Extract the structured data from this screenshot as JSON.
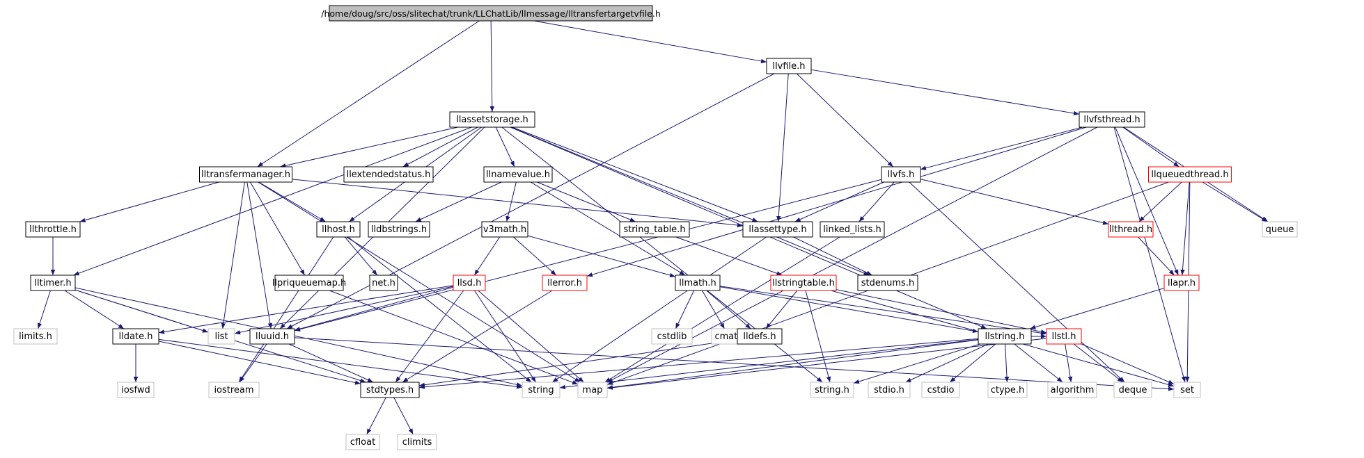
{
  "root": "/home/doug/src/oss/slitechat/trunk/LLChatLib/llmessage/lltransfertargetvfile.h",
  "colors": {
    "edge": "#191970",
    "root_fill": "#bfbfbf",
    "doc_border": "#000000",
    "undoc_border": "#ff0000",
    "system_border": "#bfbfbf",
    "system_text": "#000000"
  },
  "nodes": [
    {
      "id": "root",
      "label": "/home/doug/src/oss/slitechat/trunk/LLChatLib/llmessage/lltransfertargetvfile.h",
      "kind": "root"
    },
    {
      "id": "llvfile",
      "label": "llvfile.h",
      "kind": "doc"
    },
    {
      "id": "llassetstorage",
      "label": "llassetstorage.h",
      "kind": "doc"
    },
    {
      "id": "llvfsthread",
      "label": "llvfsthread.h",
      "kind": "doc"
    },
    {
      "id": "lltransfermanager",
      "label": "lltransfermanager.h",
      "kind": "doc"
    },
    {
      "id": "llextendedstatus",
      "label": "llextendedstatus.h",
      "kind": "doc"
    },
    {
      "id": "llnamevalue",
      "label": "llnamevalue.h",
      "kind": "doc"
    },
    {
      "id": "llvfs",
      "label": "llvfs.h",
      "kind": "doc"
    },
    {
      "id": "llqueuedthread",
      "label": "llqueuedthread.h",
      "kind": "undoc"
    },
    {
      "id": "llthrottle",
      "label": "llthrottle.h",
      "kind": "doc"
    },
    {
      "id": "llhost",
      "label": "llhost.h",
      "kind": "doc"
    },
    {
      "id": "lldbstrings",
      "label": "lldbstrings.h",
      "kind": "doc"
    },
    {
      "id": "v3math",
      "label": "v3math.h",
      "kind": "doc"
    },
    {
      "id": "string_table",
      "label": "string_table.h",
      "kind": "doc"
    },
    {
      "id": "llassettype",
      "label": "llassettype.h",
      "kind": "doc"
    },
    {
      "id": "linked_lists",
      "label": "linked_lists.h",
      "kind": "doc"
    },
    {
      "id": "llthread",
      "label": "llthread.h",
      "kind": "undoc"
    },
    {
      "id": "queue",
      "label": "queue",
      "kind": "system"
    },
    {
      "id": "lltimer",
      "label": "lltimer.h",
      "kind": "doc"
    },
    {
      "id": "llpriqueuemap",
      "label": "llpriqueuemap.h",
      "kind": "doc"
    },
    {
      "id": "neth",
      "label": "net.h",
      "kind": "doc"
    },
    {
      "id": "llsd",
      "label": "llsd.h",
      "kind": "undoc"
    },
    {
      "id": "llerror",
      "label": "llerror.h",
      "kind": "undoc"
    },
    {
      "id": "llmath",
      "label": "llmath.h",
      "kind": "doc"
    },
    {
      "id": "llstringtable",
      "label": "llstringtable.h",
      "kind": "undoc"
    },
    {
      "id": "stdenums",
      "label": "stdenums.h",
      "kind": "doc"
    },
    {
      "id": "llapr",
      "label": "llapr.h",
      "kind": "undoc"
    },
    {
      "id": "limits",
      "label": "limits.h",
      "kind": "system"
    },
    {
      "id": "lldate",
      "label": "lldate.h",
      "kind": "doc"
    },
    {
      "id": "list",
      "label": "list",
      "kind": "system"
    },
    {
      "id": "lluuid",
      "label": "lluuid.h",
      "kind": "doc"
    },
    {
      "id": "cstdlib",
      "label": "cstdlib",
      "kind": "system"
    },
    {
      "id": "cmath",
      "label": "cmath",
      "kind": "system"
    },
    {
      "id": "lldefs",
      "label": "lldefs.h",
      "kind": "doc"
    },
    {
      "id": "llstring",
      "label": "llstring.h",
      "kind": "doc"
    },
    {
      "id": "llstl",
      "label": "llstl.h",
      "kind": "undoc"
    },
    {
      "id": "iosfwd",
      "label": "iosfwd",
      "kind": "system"
    },
    {
      "id": "iostream",
      "label": "iostream",
      "kind": "system"
    },
    {
      "id": "stdtypes",
      "label": "stdtypes.h",
      "kind": "doc"
    },
    {
      "id": "string",
      "label": "string",
      "kind": "system"
    },
    {
      "id": "map",
      "label": "map",
      "kind": "system"
    },
    {
      "id": "stringh",
      "label": "string.h",
      "kind": "system"
    },
    {
      "id": "stdioh",
      "label": "stdio.h",
      "kind": "system"
    },
    {
      "id": "cstdio",
      "label": "cstdio",
      "kind": "system"
    },
    {
      "id": "ctypeh",
      "label": "ctype.h",
      "kind": "system"
    },
    {
      "id": "algorithm",
      "label": "algorithm",
      "kind": "system"
    },
    {
      "id": "deque",
      "label": "deque",
      "kind": "system"
    },
    {
      "id": "set",
      "label": "set",
      "kind": "system"
    },
    {
      "id": "cfloat",
      "label": "cfloat",
      "kind": "system"
    },
    {
      "id": "climits",
      "label": "climits",
      "kind": "system"
    }
  ],
  "edges": [
    [
      "root",
      "llvfile"
    ],
    [
      "root",
      "llassetstorage"
    ],
    [
      "root",
      "lltransfermanager"
    ],
    [
      "llvfile",
      "llvfsthread"
    ],
    [
      "llvfile",
      "llvfs"
    ],
    [
      "llvfile",
      "llassettype"
    ],
    [
      "llvfile",
      "lluuid"
    ],
    [
      "llassetstorage",
      "lltransfermanager"
    ],
    [
      "llassetstorage",
      "llextendedstatus"
    ],
    [
      "llassetstorage",
      "llnamevalue"
    ],
    [
      "llassetstorage",
      "llassettype"
    ],
    [
      "llassetstorage",
      "llhost"
    ],
    [
      "llassetstorage",
      "lltimer"
    ],
    [
      "llassetstorage",
      "lluuid"
    ],
    [
      "llassetstorage",
      "llstring"
    ],
    [
      "llassetstorage",
      "stdenums"
    ],
    [
      "llassetstorage",
      "stringh"
    ],
    [
      "llvfsthread",
      "llvfs"
    ],
    [
      "llvfsthread",
      "llqueuedthread"
    ],
    [
      "llvfsthread",
      "queue"
    ],
    [
      "llvfsthread",
      "llapr"
    ],
    [
      "llvfsthread",
      "set"
    ],
    [
      "llvfsthread",
      "llerror"
    ],
    [
      "llvfsthread",
      "map"
    ],
    [
      "lltransfermanager",
      "llthrottle"
    ],
    [
      "lltransfermanager",
      "llhost"
    ],
    [
      "lltransfermanager",
      "llpriqueuemap"
    ],
    [
      "lltransfermanager",
      "list"
    ],
    [
      "lltransfermanager",
      "lluuid"
    ],
    [
      "lltransfermanager",
      "llassettype"
    ],
    [
      "lltransfermanager",
      "map"
    ],
    [
      "llnamevalue",
      "lldbstrings"
    ],
    [
      "llnamevalue",
      "v3math"
    ],
    [
      "llnamevalue",
      "string_table"
    ],
    [
      "llnamevalue",
      "llmath"
    ],
    [
      "llvfs",
      "llassettype"
    ],
    [
      "llvfs",
      "linked_lists"
    ],
    [
      "llvfs",
      "llthread"
    ],
    [
      "llvfs",
      "lluuid"
    ],
    [
      "llvfs",
      "deque"
    ],
    [
      "llqueuedthread",
      "llthread"
    ],
    [
      "llqueuedthread",
      "llapr"
    ],
    [
      "llqueuedthread",
      "queue"
    ],
    [
      "llqueuedthread",
      "set"
    ],
    [
      "llqueuedthread",
      "map"
    ],
    [
      "llthrottle",
      "lltimer"
    ],
    [
      "llhost",
      "neth"
    ],
    [
      "llhost",
      "string"
    ],
    [
      "llhost",
      "iostream"
    ],
    [
      "v3math",
      "llsd"
    ],
    [
      "v3math",
      "llerror"
    ],
    [
      "v3math",
      "llmath"
    ],
    [
      "string_table",
      "llstringtable"
    ],
    [
      "llassettype",
      "stdenums"
    ],
    [
      "llassettype",
      "string"
    ],
    [
      "linked_lists",
      "map"
    ],
    [
      "llthread",
      "llapr"
    ],
    [
      "lltimer",
      "limits"
    ],
    [
      "lltimer",
      "lldate"
    ],
    [
      "lltimer",
      "list"
    ],
    [
      "lltimer",
      "stdtypes"
    ],
    [
      "lltimer",
      "string"
    ],
    [
      "llpriqueuemap",
      "map"
    ],
    [
      "llsd",
      "list"
    ],
    [
      "llsd",
      "lldate"
    ],
    [
      "llsd",
      "lluuid"
    ],
    [
      "llsd",
      "stdtypes"
    ],
    [
      "llsd",
      "string"
    ],
    [
      "llsd",
      "map"
    ],
    [
      "llerror",
      "stdtypes"
    ],
    [
      "llmath",
      "cstdlib"
    ],
    [
      "llmath",
      "cmath"
    ],
    [
      "llmath",
      "lldefs"
    ],
    [
      "llmath",
      "llstring"
    ],
    [
      "llmath",
      "llstl"
    ],
    [
      "llstringtable",
      "lldefs"
    ],
    [
      "llstringtable",
      "llstl"
    ],
    [
      "llstringtable",
      "stringh"
    ],
    [
      "llstringtable",
      "set"
    ],
    [
      "llapr",
      "llstring"
    ],
    [
      "lldate",
      "iosfwd"
    ],
    [
      "lldate",
      "stdtypes"
    ],
    [
      "lldate",
      "string"
    ],
    [
      "lluuid",
      "iostream"
    ],
    [
      "lluuid",
      "stdtypes"
    ],
    [
      "lluuid",
      "set"
    ],
    [
      "lldefs",
      "stdtypes"
    ],
    [
      "llstring",
      "string"
    ],
    [
      "llstring",
      "stringh"
    ],
    [
      "llstring",
      "stdioh"
    ],
    [
      "llstring",
      "cstdio"
    ],
    [
      "llstring",
      "ctypeh"
    ],
    [
      "llstring",
      "algorithm"
    ],
    [
      "llstring",
      "map"
    ],
    [
      "llstring",
      "stdtypes"
    ],
    [
      "llstring",
      "llstl"
    ],
    [
      "llstl",
      "map"
    ],
    [
      "llstl",
      "algorithm"
    ],
    [
      "llstl",
      "deque"
    ],
    [
      "llstl",
      "set"
    ],
    [
      "stdtypes",
      "cfloat"
    ],
    [
      "stdtypes",
      "climits"
    ]
  ]
}
